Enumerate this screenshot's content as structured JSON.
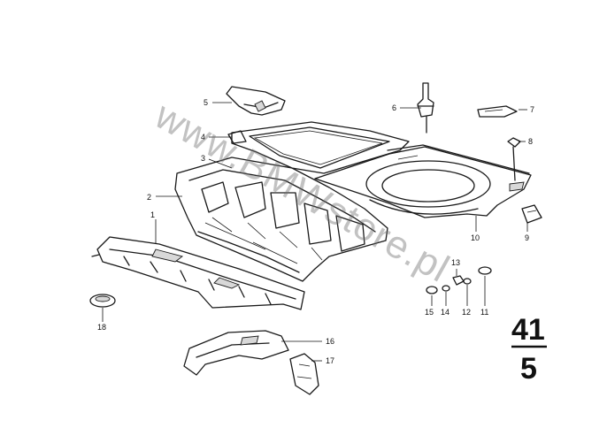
{
  "diagram": {
    "watermark": "www.BMWstore.pl",
    "group_number": "41",
    "subgroup_number": "5",
    "callouts": [
      "1",
      "2",
      "3",
      "4",
      "5",
      "6",
      "7",
      "8",
      "9",
      "10",
      "11",
      "12",
      "13",
      "14",
      "15",
      "16",
      "17",
      "18"
    ]
  }
}
